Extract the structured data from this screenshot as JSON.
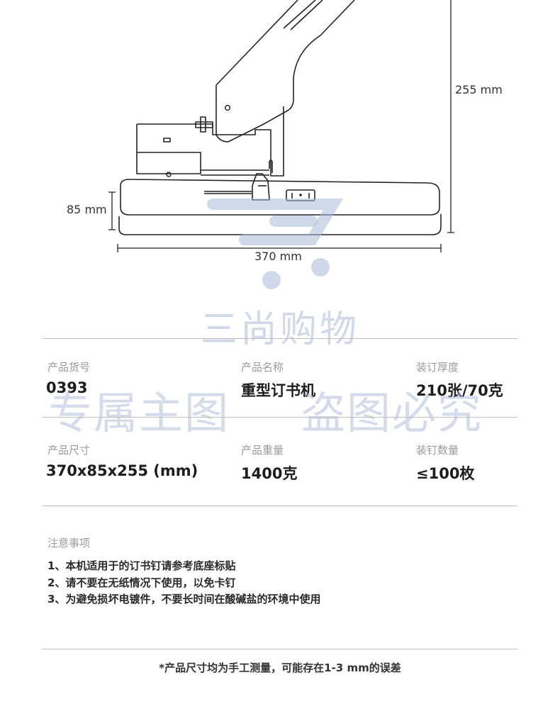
{
  "dimensions": {
    "height": "255 mm",
    "base_height": "85 mm",
    "length": "370 mm"
  },
  "watermark": {
    "shop": "三尚购物",
    "left": "专属主图",
    "right": "盗图必究"
  },
  "specs": [
    {
      "label": "产品货号",
      "value": "0393"
    },
    {
      "label": "产品名称",
      "value": "重型订书机"
    },
    {
      "label": "装订厚度",
      "value": "210张/70克"
    },
    {
      "label": "产品尺寸",
      "value": "370x85x255 (mm)"
    },
    {
      "label": "产品重量",
      "value": "1400克"
    },
    {
      "label": "装钉数量",
      "value": "≤100枚"
    }
  ],
  "notes": {
    "title": "注意事项",
    "items": [
      "1、本机适用于的订书钉请参考底座标贴",
      "2、请不要在无纸情况下使用，以免卡钉",
      "3、为避免损坏电镀件，不要长时间在酸碱盐的环境中使用"
    ]
  },
  "footnote": "*产品尺寸均为手工测量，可能存在1-3 mm的误差",
  "colors": {
    "line": "#222222",
    "watermark": "#aab9d7",
    "label": "#9a9a9a",
    "divider": "#bdbdbd"
  }
}
